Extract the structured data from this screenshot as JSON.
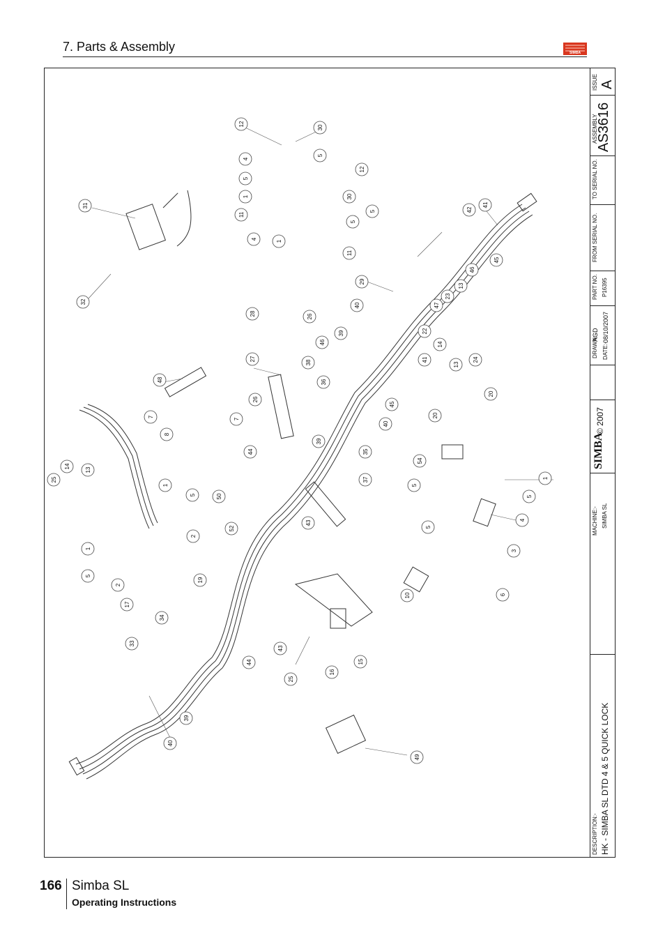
{
  "header": {
    "section_title": "7. Parts & Assembly",
    "logo_text": "SIMBA"
  },
  "title_block": {
    "issue_label": "ISSUE",
    "issue_value": "A",
    "assembly_label": "ASSEMBLY",
    "assembly_value": "AS3616",
    "to_serial_label": "TO SERIAL NO.",
    "from_serial_label": "FROM SERIAL NO.",
    "part_no_label": "PART NO.",
    "part_no_value": "P16395",
    "drawn_label": "DRAWN:-",
    "drawn_value": "AGD",
    "date_label": "DATE:-",
    "date_value": "08/10/2007",
    "copyright": "© 2007",
    "brand": "SIMBA",
    "machine_label": "MACHINE:-",
    "machine_value": "SIMBA SL",
    "description_label": "DESCRIPTION:-",
    "description_value": "HK - SIMBA SL   DTD 4 & 5 QUICK LOCK"
  },
  "callouts": [
    "12",
    "30",
    "5",
    "4",
    "12",
    "5",
    "30",
    "1",
    "11",
    "5",
    "5",
    "4",
    "1",
    "11",
    "31",
    "32",
    "42",
    "41",
    "46",
    "45",
    "29",
    "40",
    "13",
    "23",
    "47",
    "22",
    "14",
    "13",
    "24",
    "28",
    "26",
    "27",
    "39",
    "46",
    "41",
    "38",
    "36",
    "26",
    "45",
    "40",
    "39",
    "35",
    "37",
    "44",
    "43",
    "48",
    "7",
    "8",
    "7",
    "50",
    "52",
    "20",
    "20",
    "54",
    "1",
    "5",
    "5",
    "4",
    "5",
    "3",
    "6",
    "10",
    "25",
    "14",
    "13",
    "1",
    "5",
    "2",
    "1",
    "5",
    "2",
    "17",
    "19",
    "43",
    "44",
    "34",
    "33",
    "39",
    "40",
    "25",
    "16",
    "15",
    "49"
  ],
  "footer": {
    "page_number": "166",
    "machine_name": "Simba SL",
    "subtitle": "Operating Instructions"
  }
}
